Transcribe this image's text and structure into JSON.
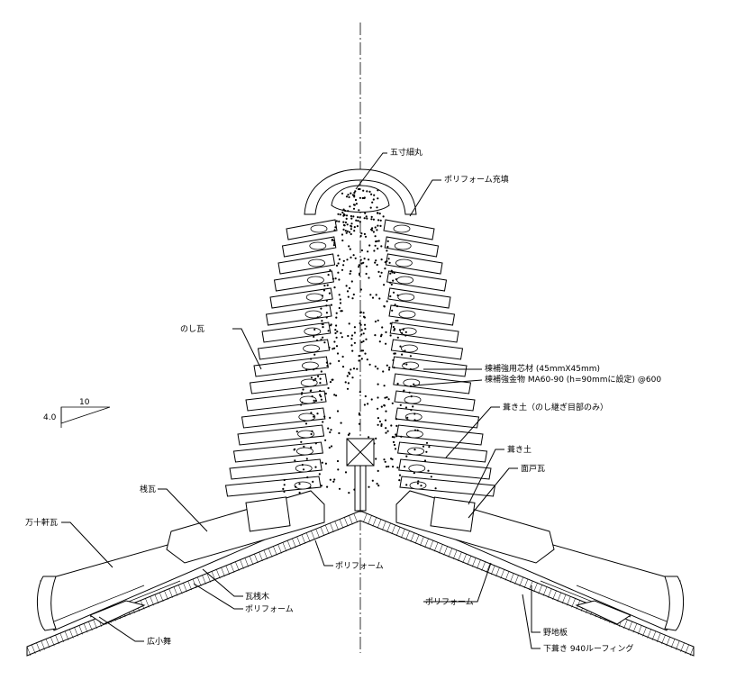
{
  "labels": {
    "gosun_maru": "五寸細丸",
    "polyfoam_fill": "ポリフォーム充填",
    "noshi_gawara": "のし瓦",
    "core_material": "棟補強用芯材 (45mmX45mm)",
    "hardware": "棟補強金物 MA60-90 (h=90mmに設定) @600",
    "fukitsuchi_noshi": "葺き土（のし継ぎ目部のみ）",
    "fukitsuchi": "葺き土",
    "mendo_gawara": "面戸瓦",
    "sode_gawara": "桟瓦",
    "manju_noki": "万十軒瓦",
    "polyfoam_center": "ポリフォーム",
    "gawara_sangi": "瓦桟木",
    "polyfoam_left": "ポリフォーム",
    "polyfoam_right": "ポリフォーム",
    "nojiita": "野地板",
    "shitabuki": "下葺き 940ルーフィング",
    "hiro_komai": "広小舞"
  },
  "slope": {
    "run": "10",
    "rise": "4.0"
  }
}
